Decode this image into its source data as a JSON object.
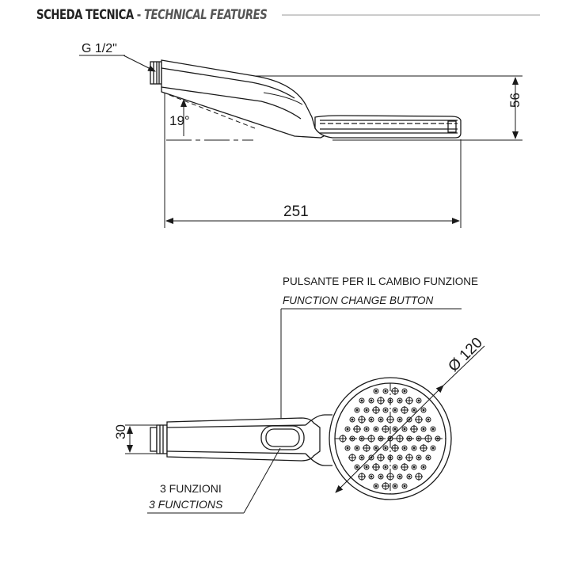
{
  "header": {
    "title_it": "SCHEDA TECNICA",
    "separator": " - ",
    "title_en": "TECHNICAL FEATURES"
  },
  "side_view": {
    "thread_label": "G 1/2\"",
    "angle_label": "19°",
    "height_label": "56",
    "length_label": "251"
  },
  "top_view": {
    "button_label_it": "PULSANTE PER IL CAMBIO FUNZIONE",
    "button_label_en": "FUNCTION CHANGE BUTTON",
    "diameter_label": "Ø 120",
    "width_label": "30",
    "functions_label_it": "3 FUNZIONI",
    "functions_label_en": "3 FUNCTIONS"
  },
  "colors": {
    "line": "#1a1a1a",
    "header_rule": "#9a9a9a",
    "header_text": "#222222",
    "header_accent": "#555555"
  }
}
